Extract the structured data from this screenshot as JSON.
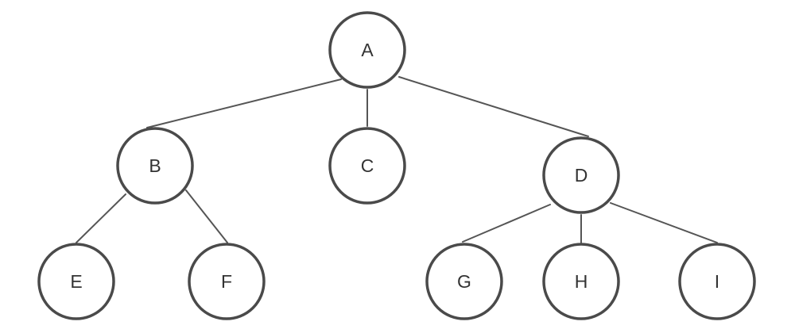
{
  "nodes": [
    {
      "id": "A",
      "label": "A"
    },
    {
      "id": "B",
      "label": "B"
    },
    {
      "id": "C",
      "label": "C"
    },
    {
      "id": "D",
      "label": "D"
    },
    {
      "id": "E",
      "label": "E"
    },
    {
      "id": "F",
      "label": "F"
    },
    {
      "id": "G",
      "label": "G"
    },
    {
      "id": "H",
      "label": "H"
    },
    {
      "id": "I",
      "label": "I"
    }
  ],
  "edges": [
    {
      "from": "A",
      "to": "B"
    },
    {
      "from": "A",
      "to": "C"
    },
    {
      "from": "A",
      "to": "D"
    },
    {
      "from": "B",
      "to": "E"
    },
    {
      "from": "B",
      "to": "F"
    },
    {
      "from": "D",
      "to": "G"
    },
    {
      "from": "D",
      "to": "H"
    },
    {
      "from": "D",
      "to": "I"
    }
  ]
}
